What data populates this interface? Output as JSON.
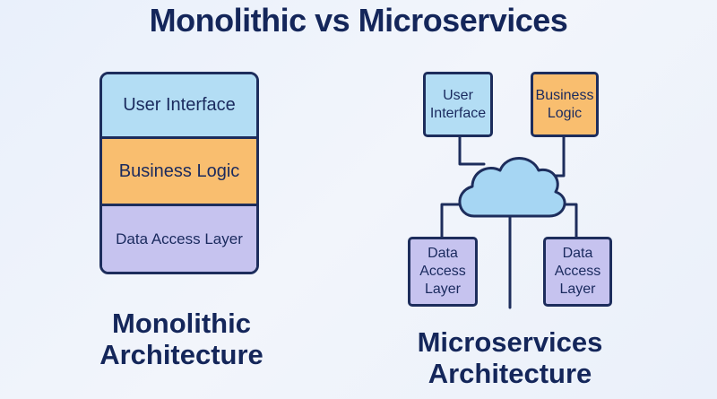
{
  "title": "Monolithic vs Microservices",
  "monolithic": {
    "layers": {
      "user_interface": "User Interface",
      "business_logic": "Business Logic",
      "data_access": "Data Access Layer"
    },
    "caption_line1": "Monolithic",
    "caption_line2": "Architecture"
  },
  "microservices": {
    "services": {
      "user_interface": "User Interface",
      "business_logic": "Business Logic",
      "data_access_1": "Data Access Layer",
      "data_access_2": "Data Access Layer"
    },
    "caption_line1": "Microservices",
    "caption_line2": "Architecture"
  },
  "colors": {
    "navy": "#14265a",
    "ui_blue": "#b3ddf4",
    "logic_orange": "#f9be6f",
    "data_purple": "#c6c3ef",
    "cloud_blue": "#a6d6f3"
  }
}
